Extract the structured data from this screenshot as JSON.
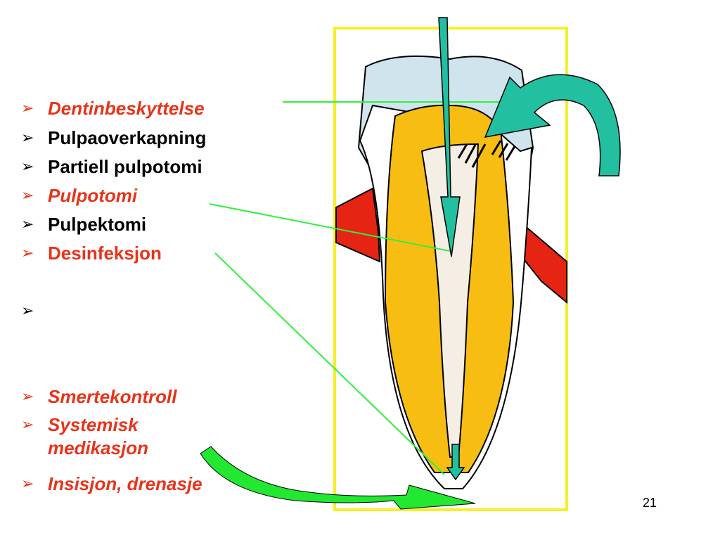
{
  "slide": {
    "bullets": [
      {
        "text": "Dentinbeskyttelse",
        "color": "#e8331a",
        "italic": true
      },
      {
        "text": "Pulpaoverkapning",
        "color": "#000000",
        "italic": false
      },
      {
        "text": "Partiell pulpotomi",
        "color": "#000000",
        "italic": false
      },
      {
        "text": "Pulpotomi",
        "color": "#e8331a",
        "italic": true
      },
      {
        "text": "Pulpektomi",
        "color": "#000000",
        "italic": false
      },
      {
        "text": "Desinfeksjon",
        "color": "#e8331a",
        "italic": false
      },
      {
        "text": "",
        "color": "#000000",
        "italic": false
      },
      {
        "text": "Smertekontroll",
        "color": "#e8331a",
        "italic": true
      },
      {
        "text": "Systemisk\nmedikasjon",
        "color": "#e8331a",
        "italic": true
      },
      {
        "text": "Insisjon, drenasje",
        "color": "#e8331a",
        "italic": true
      }
    ],
    "bullet_glyph": "➢",
    "page_number": "21"
  },
  "colors": {
    "frame": "#f7ee2a",
    "enamel": "#cfe4ec",
    "dentin": "#f7bd13",
    "pulp": "#f4eee4",
    "gum": "#e62414",
    "teal_arrow": "#22c0a0",
    "green_line": "#2ef23a",
    "green_arrow": "#22e832"
  }
}
